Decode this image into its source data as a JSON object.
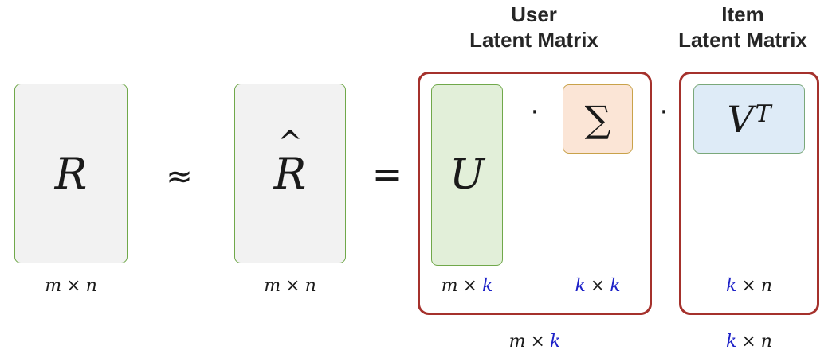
{
  "headers": {
    "user": [
      "User",
      "Latent Matrix"
    ],
    "item": [
      "Item",
      "Latent Matrix"
    ]
  },
  "matrices": {
    "r": "R",
    "r_hat": "R",
    "r_hat_accent": "^",
    "u": "U",
    "sigma": "∑",
    "v": "V",
    "v_sup": "T"
  },
  "operators": {
    "approx": "≈",
    "equals": "=",
    "dot1": "·",
    "dot2": "·"
  },
  "dims": {
    "r": {
      "a": "m",
      "x": "×",
      "b": "n"
    },
    "r_hat": {
      "a": "m",
      "x": "×",
      "b": "n"
    },
    "u": {
      "a": "m",
      "x": "×",
      "b": "k"
    },
    "sigma": {
      "a": "k",
      "x": "×",
      "b": "k"
    },
    "v": {
      "a": "k",
      "x": "×",
      "b": "n"
    },
    "user_group": {
      "a": "m",
      "x": "×",
      "b": "k"
    },
    "item_group": {
      "a": "k",
      "x": "×",
      "b": "n"
    }
  },
  "colors": {
    "group_border": "#a5312c",
    "k_highlight": "#1e22c8",
    "r_fill": "#f2f2f2",
    "u_fill": "#e2efd9",
    "sigma_fill": "#fbe5d6",
    "v_fill": "#deebf7"
  }
}
